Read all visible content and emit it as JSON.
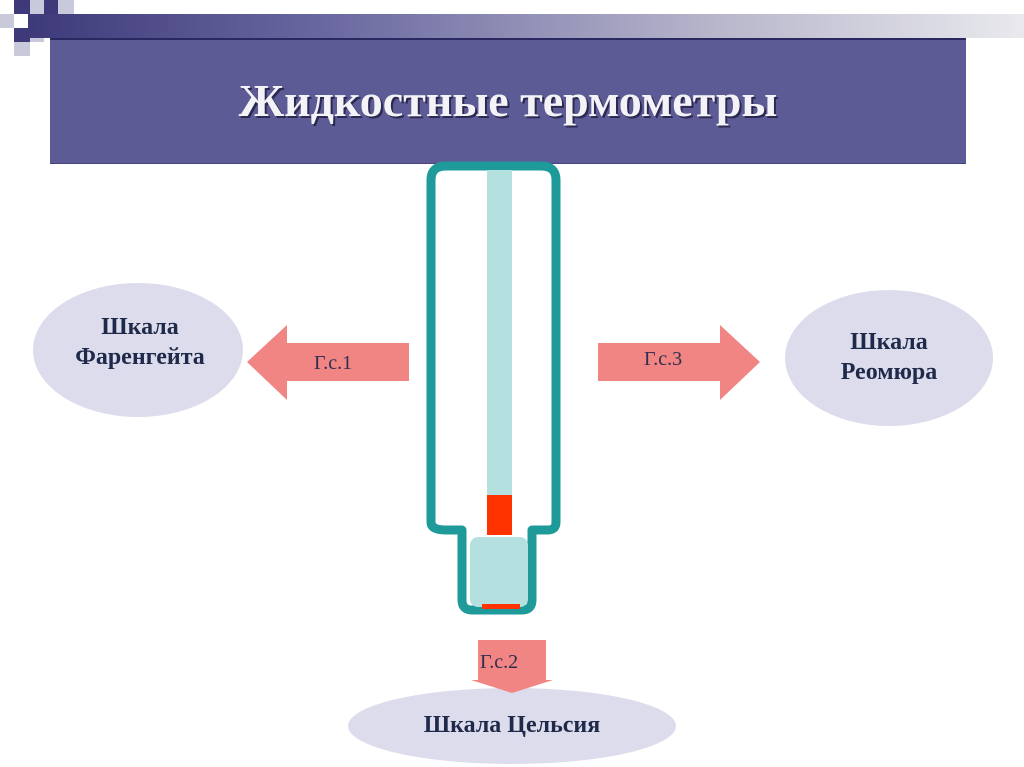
{
  "title": "Жидкостные термометры",
  "scales": {
    "fahrenheit": {
      "line1": "Шкала",
      "line2": "Фаренгейта"
    },
    "reaumur": {
      "line1": "Шкала",
      "line2": "Реомюра"
    },
    "celsius": {
      "label": "Шкала Цельсия"
    }
  },
  "arrows": {
    "left": "Г.с.1",
    "right": "Г.с.3",
    "down": "Г.с.2"
  },
  "colors": {
    "banner": "#5c5b96",
    "ellipse": "#dcdcec",
    "arrow": "#f08584",
    "tube_outline": "#1f9a9a",
    "capillary": "#b5e0e0",
    "liquid": "#ff3300"
  }
}
